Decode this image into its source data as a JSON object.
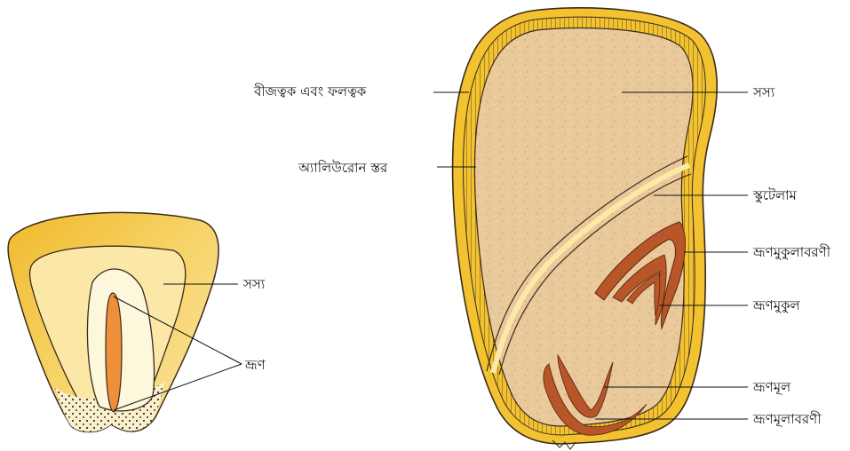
{
  "labels": {
    "pericarp": "বীজত্বক এবং ফলত্বক",
    "aleurone": "অ্যালিউরোন স্তর",
    "endosperm_large": "সস্য",
    "scutellum": "স্কুটেলাম",
    "coleoptile": "ভ্রূণমুকুলাবরণী",
    "plumule": "ভ্রূণমুকুল",
    "radicle": "ভ্রূণমূল",
    "coleorhiza": "ভ্রূণমূলাবরণী",
    "endosperm_small": "সস্য",
    "embryo_small": "ভ্রূণ"
  },
  "colors": {
    "coat_yellow": "#f2c230",
    "coat_light": "#fbe9a8",
    "endosperm": "#e9c89a",
    "embryo_cream": "#fdf7dc",
    "embryo_orange": "#ef8f3a",
    "plumule_brown": "#b8562a",
    "outline": "#3a2a1a"
  }
}
